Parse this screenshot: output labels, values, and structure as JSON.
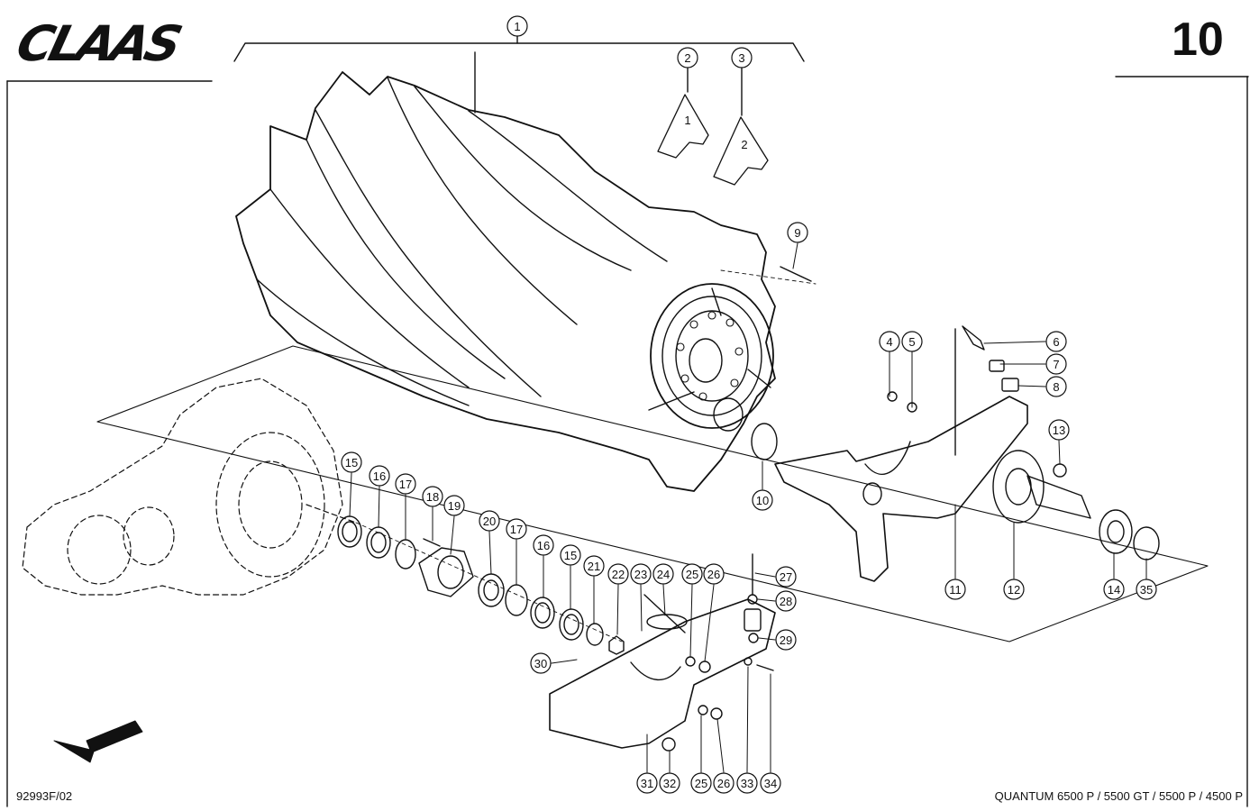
{
  "header": {
    "brand": "CLAAS",
    "page_number": "10"
  },
  "footer": {
    "drawing_ref": "92993F/02",
    "model_line": "QUANTUM 6500 P / 5500 GT / 5500 P / 4500 P"
  },
  "plate_labels": [
    "1",
    "2"
  ],
  "callouts": [
    "1",
    "2",
    "3",
    "4",
    "5",
    "6",
    "7",
    "8",
    "9",
    "10",
    "11",
    "12",
    "13",
    "14",
    "15",
    "16",
    "17",
    "18",
    "19",
    "20",
    "21",
    "22",
    "23",
    "24",
    "25",
    "26",
    "27",
    "28",
    "29",
    "30",
    "31",
    "32",
    "33",
    "34",
    "35"
  ]
}
